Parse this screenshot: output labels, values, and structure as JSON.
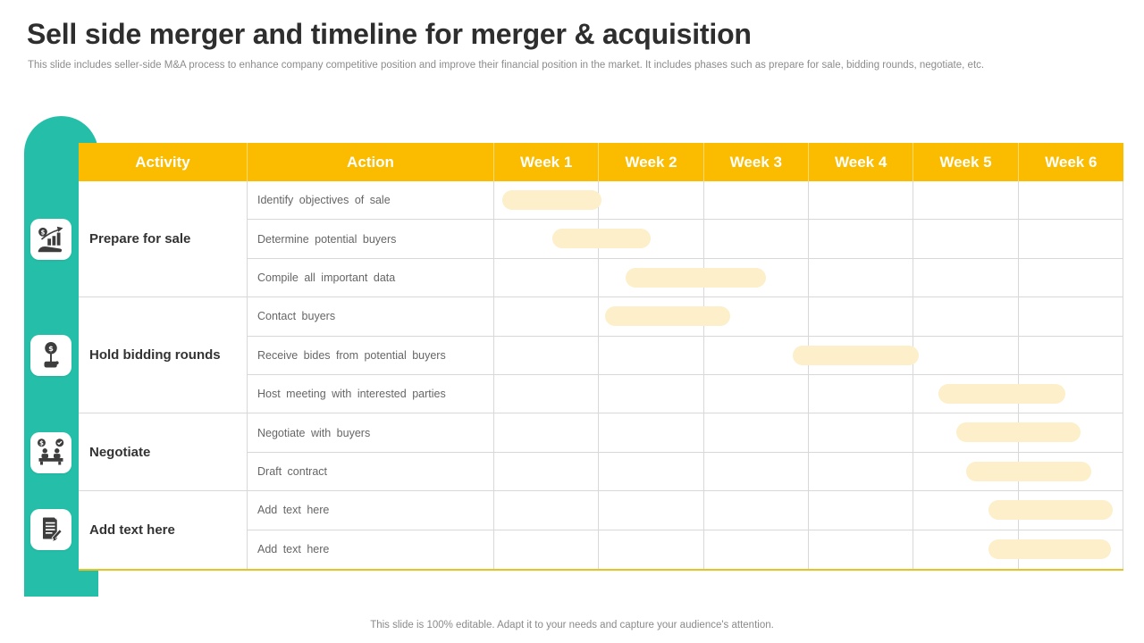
{
  "title": "Sell side merger and timeline for merger & acquisition",
  "subtitle": "This slide includes seller-side M&A process to enhance company competitive position and improve their financial position in the market. It includes phases such as prepare for sale, bidding rounds, negotiate, etc.",
  "footer": "This slide is 100% editable. Adapt it to your needs and capture your audience's attention.",
  "colors": {
    "header_yellow": "#FBBC00",
    "teal_band": "#25BFA9",
    "bar_fill": "#FCEFC9",
    "grid_line": "#D8D8D8",
    "bottom_rule_yellow": "#E3C422",
    "title_text": "#2E2E2E",
    "body_text": "#666666"
  },
  "icons": [
    "profit-growth-hand-icon",
    "dollar-bid-paddle-icon",
    "negotiation-deal-icon",
    "contract-pen-icon"
  ],
  "chart_data": {
    "type": "gantt",
    "columns": [
      "Activity",
      "Action",
      "Week 1",
      "Week 2",
      "Week 3",
      "Week 4",
      "Week 5",
      "Week 6"
    ],
    "n_weeks": 6,
    "x_unit": "weeks",
    "grid": true,
    "groups": [
      {
        "activity": "Prepare for sale",
        "icon": "profit-growth-hand-icon",
        "tasks": [
          {
            "action": "Identify objectives of sale",
            "start_week": 0.08,
            "end_week": 1.02
          },
          {
            "action": "Determine potential buyers",
            "start_week": 0.55,
            "end_week": 1.49
          },
          {
            "action": "Compile all important data",
            "start_week": 1.25,
            "end_week": 2.59
          }
        ]
      },
      {
        "activity": "Hold bidding rounds",
        "icon": "dollar-bid-paddle-icon",
        "tasks": [
          {
            "action": "Contact buyers",
            "start_week": 1.06,
            "end_week": 2.25
          },
          {
            "action": "Receive bides from potential buyers",
            "start_week": 2.85,
            "end_week": 4.05
          },
          {
            "action": "Host meeting with interested parties",
            "start_week": 4.24,
            "end_week": 5.45
          }
        ]
      },
      {
        "activity": "Negotiate",
        "icon": "negotiation-deal-icon",
        "tasks": [
          {
            "action": "Negotiate with buyers",
            "start_week": 4.41,
            "end_week": 5.59
          },
          {
            "action": "Draft contract",
            "start_week": 4.5,
            "end_week": 5.69
          }
        ]
      },
      {
        "activity": "Add text here",
        "icon": "contract-pen-icon",
        "tasks": [
          {
            "action": "Add text here",
            "start_week": 4.71,
            "end_week": 5.9
          },
          {
            "action": "Add text here",
            "start_week": 4.71,
            "end_week": 5.88
          }
        ]
      }
    ]
  }
}
